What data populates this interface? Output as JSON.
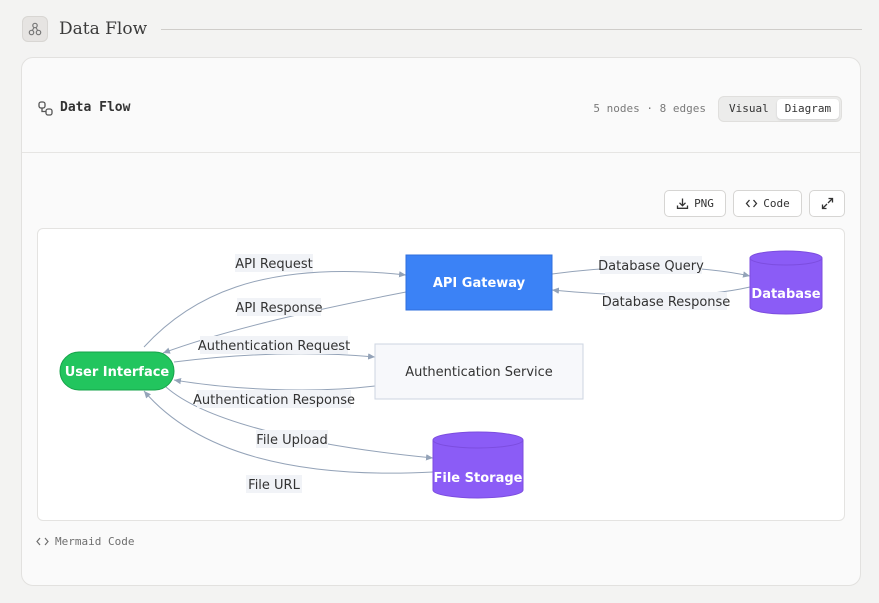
{
  "page": {
    "title": "Data Flow",
    "icon": "flow-nodes-icon"
  },
  "card": {
    "title": "Data Flow",
    "stats": "5 nodes · 8 edges",
    "view_toggle": {
      "options": [
        "Visual",
        "Diagram"
      ],
      "selected": "Diagram"
    },
    "toolbar": {
      "png_label": "PNG",
      "code_label": "Code",
      "expand_icon": "expand-icon"
    },
    "footer_link": "Mermaid Code"
  },
  "diagram": {
    "nodes": [
      {
        "id": "ui",
        "label": "User Interface",
        "shape": "pill",
        "fill": "#22c55e",
        "text_color": "#ffffff"
      },
      {
        "id": "api",
        "label": "API Gateway",
        "shape": "rect",
        "fill": "#3b82f6",
        "text_color": "#ffffff"
      },
      {
        "id": "auth",
        "label": "Authentication Service",
        "shape": "rect",
        "fill": "#f7f8fb",
        "text_color": "#333333"
      },
      {
        "id": "db",
        "label": "Database",
        "shape": "cylinder",
        "fill": "#8b5cf6",
        "text_color": "#ffffff"
      },
      {
        "id": "fs",
        "label": "File Storage",
        "shape": "cylinder",
        "fill": "#8b5cf6",
        "text_color": "#ffffff"
      }
    ],
    "edges": [
      {
        "from": "ui",
        "to": "api",
        "label": "API Request"
      },
      {
        "from": "api",
        "to": "ui",
        "label": "API Response"
      },
      {
        "from": "ui",
        "to": "auth",
        "label": "Authentication Request"
      },
      {
        "from": "auth",
        "to": "ui",
        "label": "Authentication Response"
      },
      {
        "from": "ui",
        "to": "fs",
        "label": "File Upload"
      },
      {
        "from": "fs",
        "to": "ui",
        "label": "File URL"
      },
      {
        "from": "api",
        "to": "db",
        "label": "Database Query"
      },
      {
        "from": "db",
        "to": "api",
        "label": "Database Response"
      }
    ],
    "edge_color": "#94a3b8"
  }
}
